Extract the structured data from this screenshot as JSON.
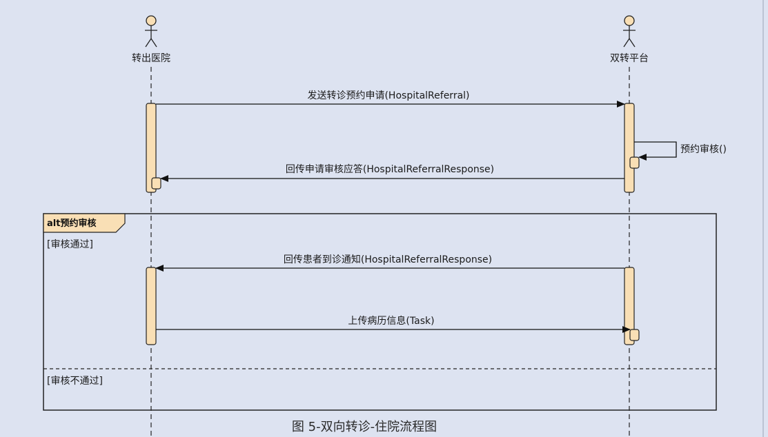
{
  "colors": {
    "background": "#dde3f1",
    "activation_fill": "#f9dfb5",
    "frame_tag_fill": "#f9dfb5",
    "line": "#1a1a1a"
  },
  "actors": [
    {
      "id": "hospital",
      "label": "转出医院"
    },
    {
      "id": "platform",
      "label": "双转平台"
    }
  ],
  "messages": [
    {
      "from": "hospital",
      "to": "platform",
      "label": "发送转诊预约申请(HospitalReferral)"
    },
    {
      "from": "platform",
      "to": "platform",
      "label": "预约审核()"
    },
    {
      "from": "platform",
      "to": "hospital",
      "label": "回传申请审核应答(HospitalReferralResponse)"
    },
    {
      "from": "platform",
      "to": "hospital",
      "label": "回传患者到诊通知(HospitalReferralResponse)"
    },
    {
      "from": "hospital",
      "to": "platform",
      "label": "上传病历信息(Task)"
    }
  ],
  "alt_frame": {
    "tag": "alt预约审核",
    "guard_pass": "[审核通过]",
    "guard_fail": "[审核不通过]"
  },
  "caption": "图 5-双向转诊-住院流程图"
}
